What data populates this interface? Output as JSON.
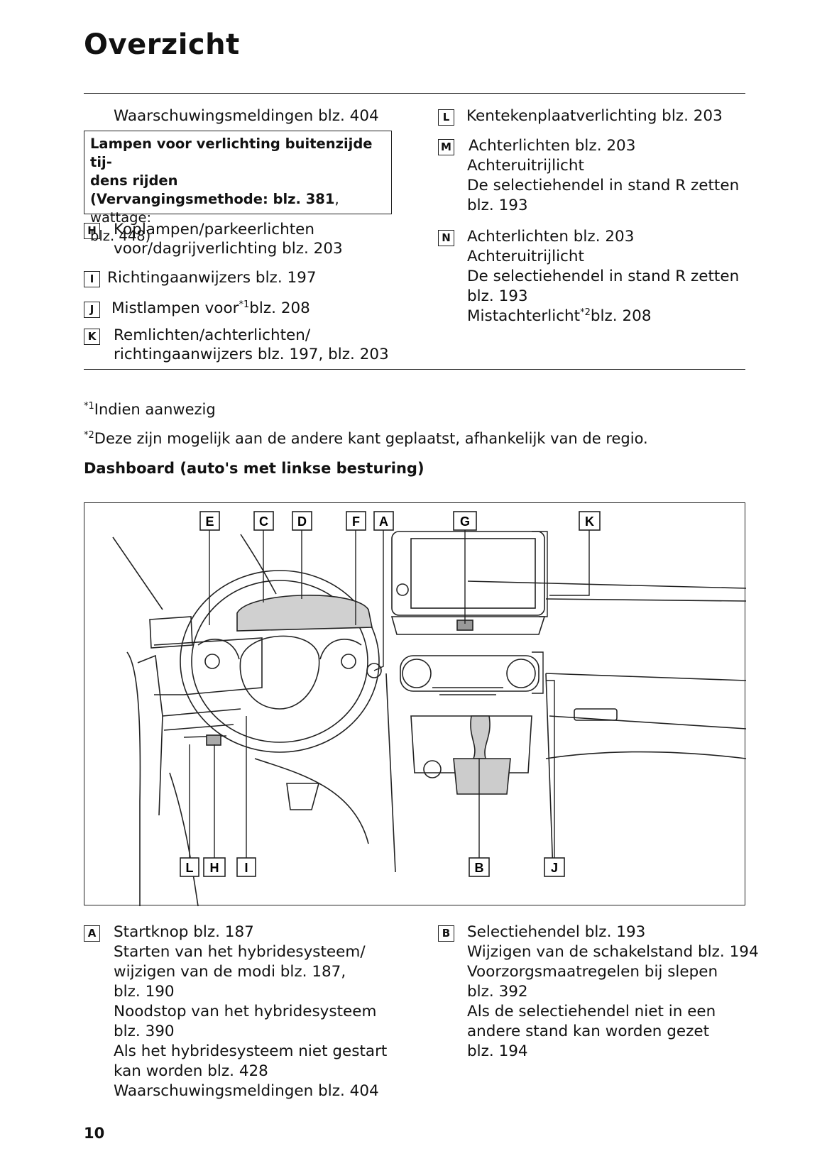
{
  "page": {
    "title": "Overzicht",
    "number": "10"
  },
  "left_column": {
    "intro": "Waarschuwingsmeldingen blz. 404",
    "infobox": {
      "line1": "Lampen voor verlichting buitenzijde tij-",
      "line2": "dens rijden",
      "line3_bold": "(Vervangingsmethode: blz. 381",
      "line3_rest": ", wattage:",
      "line4": "blz. 448)"
    },
    "items": [
      {
        "key": "H",
        "lines": [
          "Koplampen/parkeerlichten",
          "voor/dagrijverlichting blz. 203"
        ]
      },
      {
        "key": "I",
        "lines": [
          "Richtingaanwijzers blz. 197"
        ]
      },
      {
        "key": "J",
        "pre": "Mistlampen voor",
        "sup": "*1",
        "post": "blz. 208"
      },
      {
        "key": "K",
        "lines": [
          "Remlichten/achterlichten/",
          "richtingaanwijzers blz. 197, blz. 203"
        ]
      }
    ]
  },
  "right_column": {
    "items": [
      {
        "key": "L",
        "lines": [
          "Kentekenplaatverlichting blz. 203"
        ]
      },
      {
        "key": "M",
        "lines": [
          "Achterlichten blz. 203",
          "Achteruitrijlicht",
          "De selectiehendel in stand R zetten",
          "blz. 193"
        ]
      },
      {
        "key": "N",
        "lines": [
          "Achterlichten blz. 203",
          "Achteruitrijlicht",
          "De selectiehendel in stand R zetten",
          "blz. 193"
        ],
        "last_pre": "Mistachterlicht",
        "last_sup": "*2",
        "last_post": "blz. 208"
      }
    ]
  },
  "footnotes": [
    {
      "mark": "*1",
      "text": "Indien aanwezig"
    },
    {
      "mark": "*2",
      "text": "Deze zijn mogelijk aan de andere kant geplaatst, afhankelijk van de regio."
    }
  ],
  "section_heading": "Dashboard (auto's met linkse besturing)",
  "figure": {
    "top_labels": [
      "E",
      "C",
      "D",
      "F",
      "A",
      "G",
      "K"
    ],
    "bottom_labels": [
      "L",
      "H",
      "I",
      "B",
      "J"
    ]
  },
  "legend": {
    "A": {
      "key": "A",
      "lines": [
        "Startknop blz. 187",
        "Starten van het hybridesysteem/",
        "wijzigen van de modi blz. 187,",
        "blz. 190",
        "Noodstop van het hybridesysteem",
        "blz. 390",
        "Als het hybridesysteem niet gestart",
        "kan worden blz. 428",
        "Waarschuwingsmeldingen blz. 404"
      ]
    },
    "B": {
      "key": "B",
      "lines": [
        "Selectiehendel blz. 193",
        "Wijzigen van de schakelstand blz. 194",
        "Voorzorgsmaatregelen bij slepen",
        "blz. 392",
        "Als de selectiehendel niet in een",
        "andere stand kan worden gezet",
        "blz. 194"
      ]
    }
  }
}
